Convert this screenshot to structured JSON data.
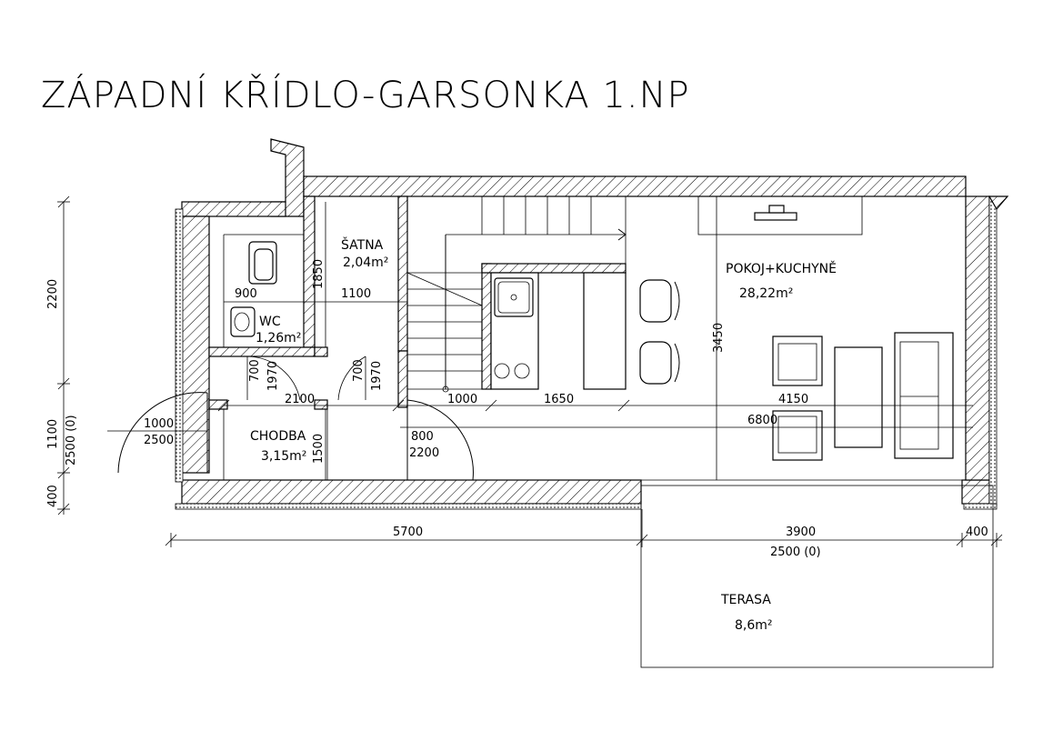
{
  "title": "ZÁPADNÍ KŘÍDLO-GARSONKA 1.NP",
  "rooms": {
    "satna": {
      "name": "ŠATNA",
      "area": "2,04m²"
    },
    "wc": {
      "name": "WC",
      "area": "1,26m²"
    },
    "chodba": {
      "name": "CHODBA",
      "area": "3,15m²"
    },
    "pokoj": {
      "name": "POKOJ+KUCHYNĚ",
      "area": "28,22m²"
    },
    "terasa": {
      "name": "TERASA",
      "area": "8,6m²"
    }
  },
  "dimensions": {
    "left_2200": "2200",
    "left_1100": "1100",
    "left_2500_0": "2500 (0)",
    "left_400": "400",
    "d_900": "900",
    "d_1100": "1100",
    "d_1850": "1850",
    "d_700_a": "700",
    "d_1970_a": "1970",
    "d_700_b": "700",
    "d_1970_b": "1970",
    "d_2100": "2100",
    "d_1000_stair": "1000",
    "d_1650": "1650",
    "d_4150": "4150",
    "d_6800": "6800",
    "d_3450": "3450",
    "d_1500": "1500",
    "door_main_w": "1000",
    "door_main_h": "2500",
    "door_int_w": "800",
    "door_int_h": "2200",
    "bottom_5700": "5700",
    "bottom_3900": "3900",
    "bottom_400": "400",
    "bottom_2500_0": "2500 (0)"
  }
}
